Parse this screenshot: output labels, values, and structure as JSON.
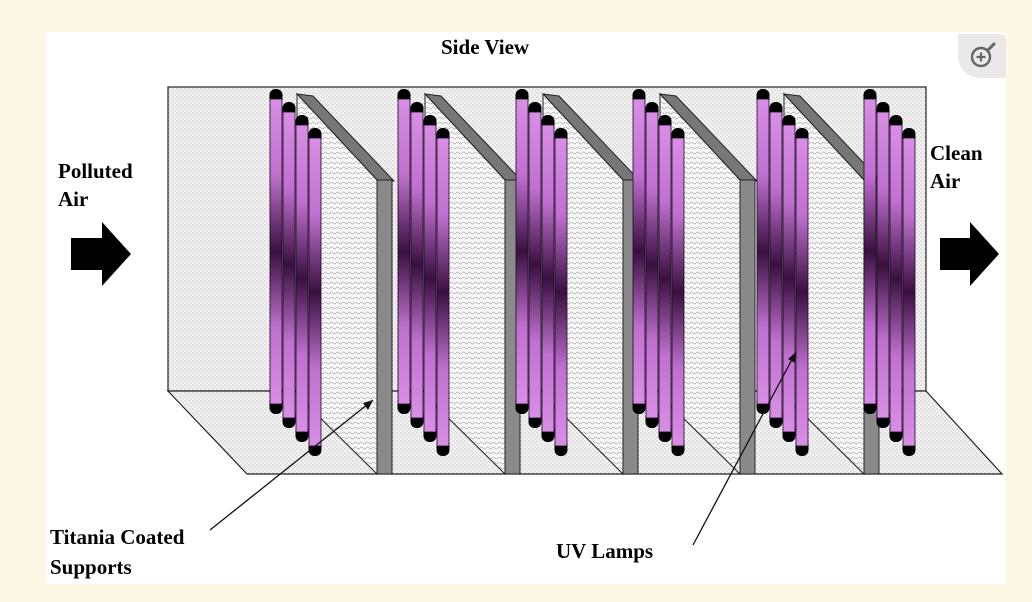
{
  "diagram": {
    "title": "Side View",
    "inlet_label_1": "Polluted",
    "inlet_label_2": "Air",
    "outlet_label_1": "Clean",
    "outlet_label_2": "Air",
    "support_label_1": "Titania Coated",
    "support_label_2": "Supports",
    "lamp_label": "UV Lamps"
  },
  "colors": {
    "page_background": "#fdf8e6",
    "lamp_light": "#d98ee6",
    "lamp_dark": "#3a1040",
    "lamp_cap": "#000000",
    "support_edge": "#8a8a8a"
  },
  "icons": {
    "zoom": "zoom-in-icon",
    "inlet_arrow": "right-arrow-icon",
    "outlet_arrow": "right-arrow-icon"
  }
}
